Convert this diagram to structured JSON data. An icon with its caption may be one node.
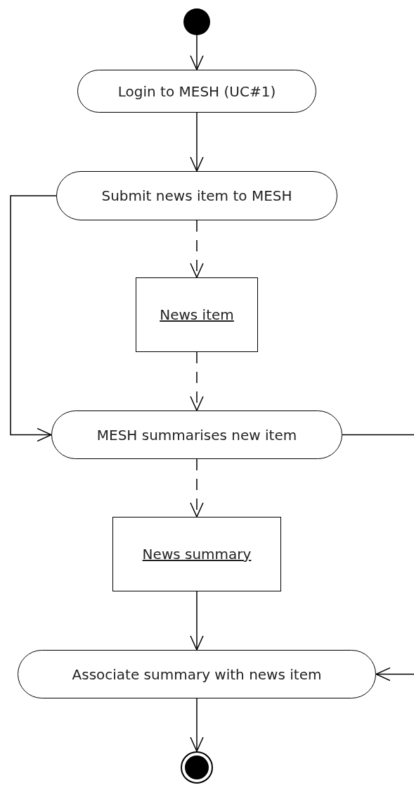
{
  "diagram": {
    "nodes": [
      {
        "text": [],
        "shape": "circle"
      },
      {
        "text": [
          "Login to MESH (UC#1)"
        ]
      },
      {
        "text": [
          "Submit news item to MESH"
        ]
      },
      {
        "text": [
          "News item"
        ]
      },
      {
        "text": [
          "MESH summarises new item"
        ]
      },
      {
        "text": [
          "News summary"
        ]
      },
      {
        "text": [
          "Associate summary with news item"
        ]
      },
      {
        "text": [],
        "shape": "circle"
      }
    ],
    "edges": [
      {
        "from": 0,
        "to": 1,
        "arrow": "to"
      },
      {
        "from": 1,
        "to": 2,
        "arrow": "to"
      },
      {
        "from": 2,
        "to": 3,
        "arrow": "to",
        "style": "dashed"
      },
      {
        "from": 3,
        "to": 4,
        "arrow": "to",
        "style": "dashed"
      },
      {
        "from": 2,
        "to": 4,
        "arrow": "to"
      },
      {
        "from": 4,
        "to": null,
        "arrow": "none"
      },
      {
        "from": 4,
        "to": 5,
        "arrow": "to",
        "style": "dashed"
      },
      {
        "from": 5,
        "to": 6,
        "arrow": "to"
      },
      {
        "from": null,
        "to": 6,
        "arrow": "to"
      },
      {
        "from": 6,
        "to": 7,
        "arrow": "to"
      }
    ]
  }
}
